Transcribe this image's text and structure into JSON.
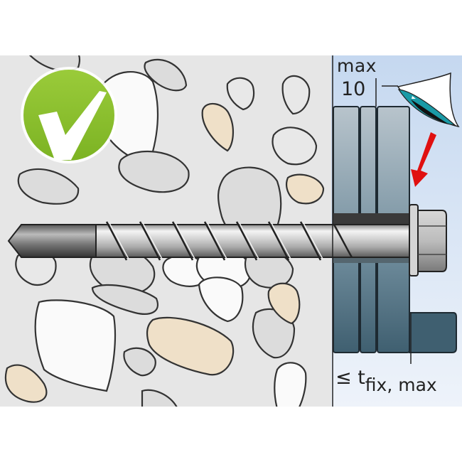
{
  "figure": {
    "description": "Concrete screw anchor installation diagram: screw through three fixture plates into concrete, check mark indicating correct installation",
    "labels": {
      "gap_max_label": "max",
      "gap_max_value": "10",
      "thickness_prefix": "≤ t",
      "thickness_subscript": "fix, max"
    },
    "icons": {
      "status": "checkmark-icon",
      "inspection": "eye-icon",
      "direction": "arrow-icon"
    },
    "colors": {
      "check_green": "#8cbf2c",
      "concrete": "#e6e6e6",
      "stone_beige": "#efe0c8",
      "stone_gray": "#dcdcdc",
      "background_blue": "#cddcf0",
      "plate_blue": "#5d7d8d",
      "arrow_red": "#e01010",
      "eye_teal": "#1a9aa6"
    }
  }
}
